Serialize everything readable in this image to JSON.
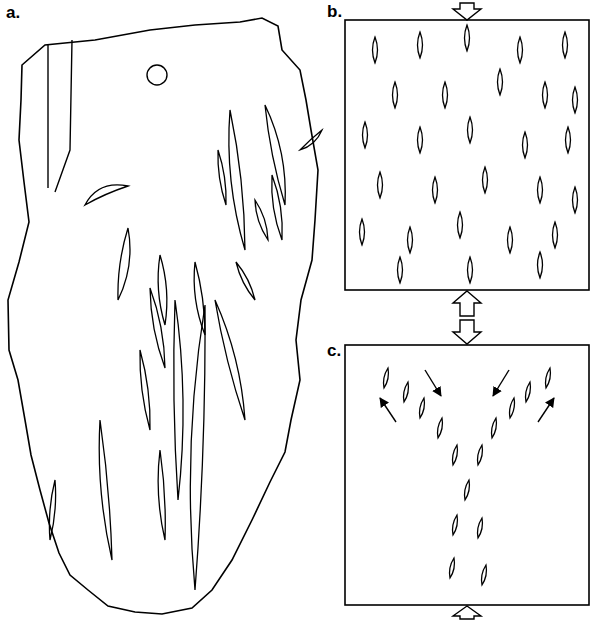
{
  "diagram": {
    "labels": [
      "a.",
      "b.",
      "c."
    ]
  }
}
